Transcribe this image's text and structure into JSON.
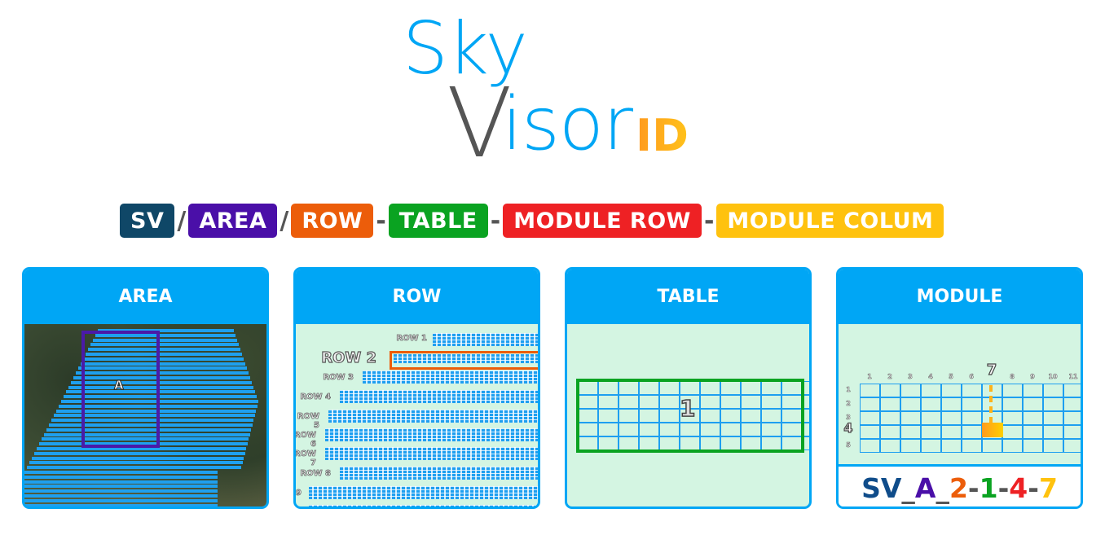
{
  "logo": {
    "sky": "Sky",
    "v": "V",
    "isor": "isor",
    "id": "ID"
  },
  "format": [
    {
      "label": "SV",
      "color": "#0f4767"
    },
    {
      "sep": "/"
    },
    {
      "label": "AREA",
      "color": "#4a0fa8"
    },
    {
      "sep": "/"
    },
    {
      "label": "ROW",
      "color": "#ec5d0a"
    },
    {
      "sep": "-"
    },
    {
      "label": "TABLE",
      "color": "#0aa321"
    },
    {
      "sep": "-"
    },
    {
      "label": "MODULE ROW",
      "color": "#ee2124"
    },
    {
      "sep": "-"
    },
    {
      "label": "MODULE COLUM",
      "color": "#ffc20e"
    }
  ],
  "pills": {
    "sv": "SV",
    "area": "AREA",
    "row": "ROW",
    "table": "TABLE",
    "module_row": "MODULE ROW",
    "module_col": "MODULE COLUM",
    "sep1": "/",
    "sep2": "/",
    "sep3": "-",
    "sep4": "-",
    "sep5": "-"
  },
  "cards": {
    "area": {
      "title": "AREA",
      "label": "A"
    },
    "row": {
      "title": "ROW",
      "rows": [
        "ROW 1",
        "ROW 2",
        "ROW 3",
        "ROW 4",
        "ROW 5",
        "ROW 6",
        "ROW 7",
        "ROW 8",
        "9"
      ]
    },
    "table": {
      "title": "TABLE",
      "label": "1"
    },
    "module": {
      "title": "MODULE",
      "col_labels": [
        "1",
        "2",
        "3",
        "4",
        "5",
        "6",
        "7",
        "8",
        "9",
        "10",
        "11"
      ],
      "row_labels": [
        "1",
        "2",
        "3",
        "4",
        "5"
      ],
      "highlight_row": "4",
      "highlight_col": "7",
      "id_parts": {
        "sv": "SV",
        "u1": "_",
        "area": "A",
        "u2": "_",
        "row": "2",
        "d1": "-",
        "table": "1",
        "d2": "-",
        "mrow": "4",
        "d3": "-",
        "mcol": "7"
      }
    }
  }
}
